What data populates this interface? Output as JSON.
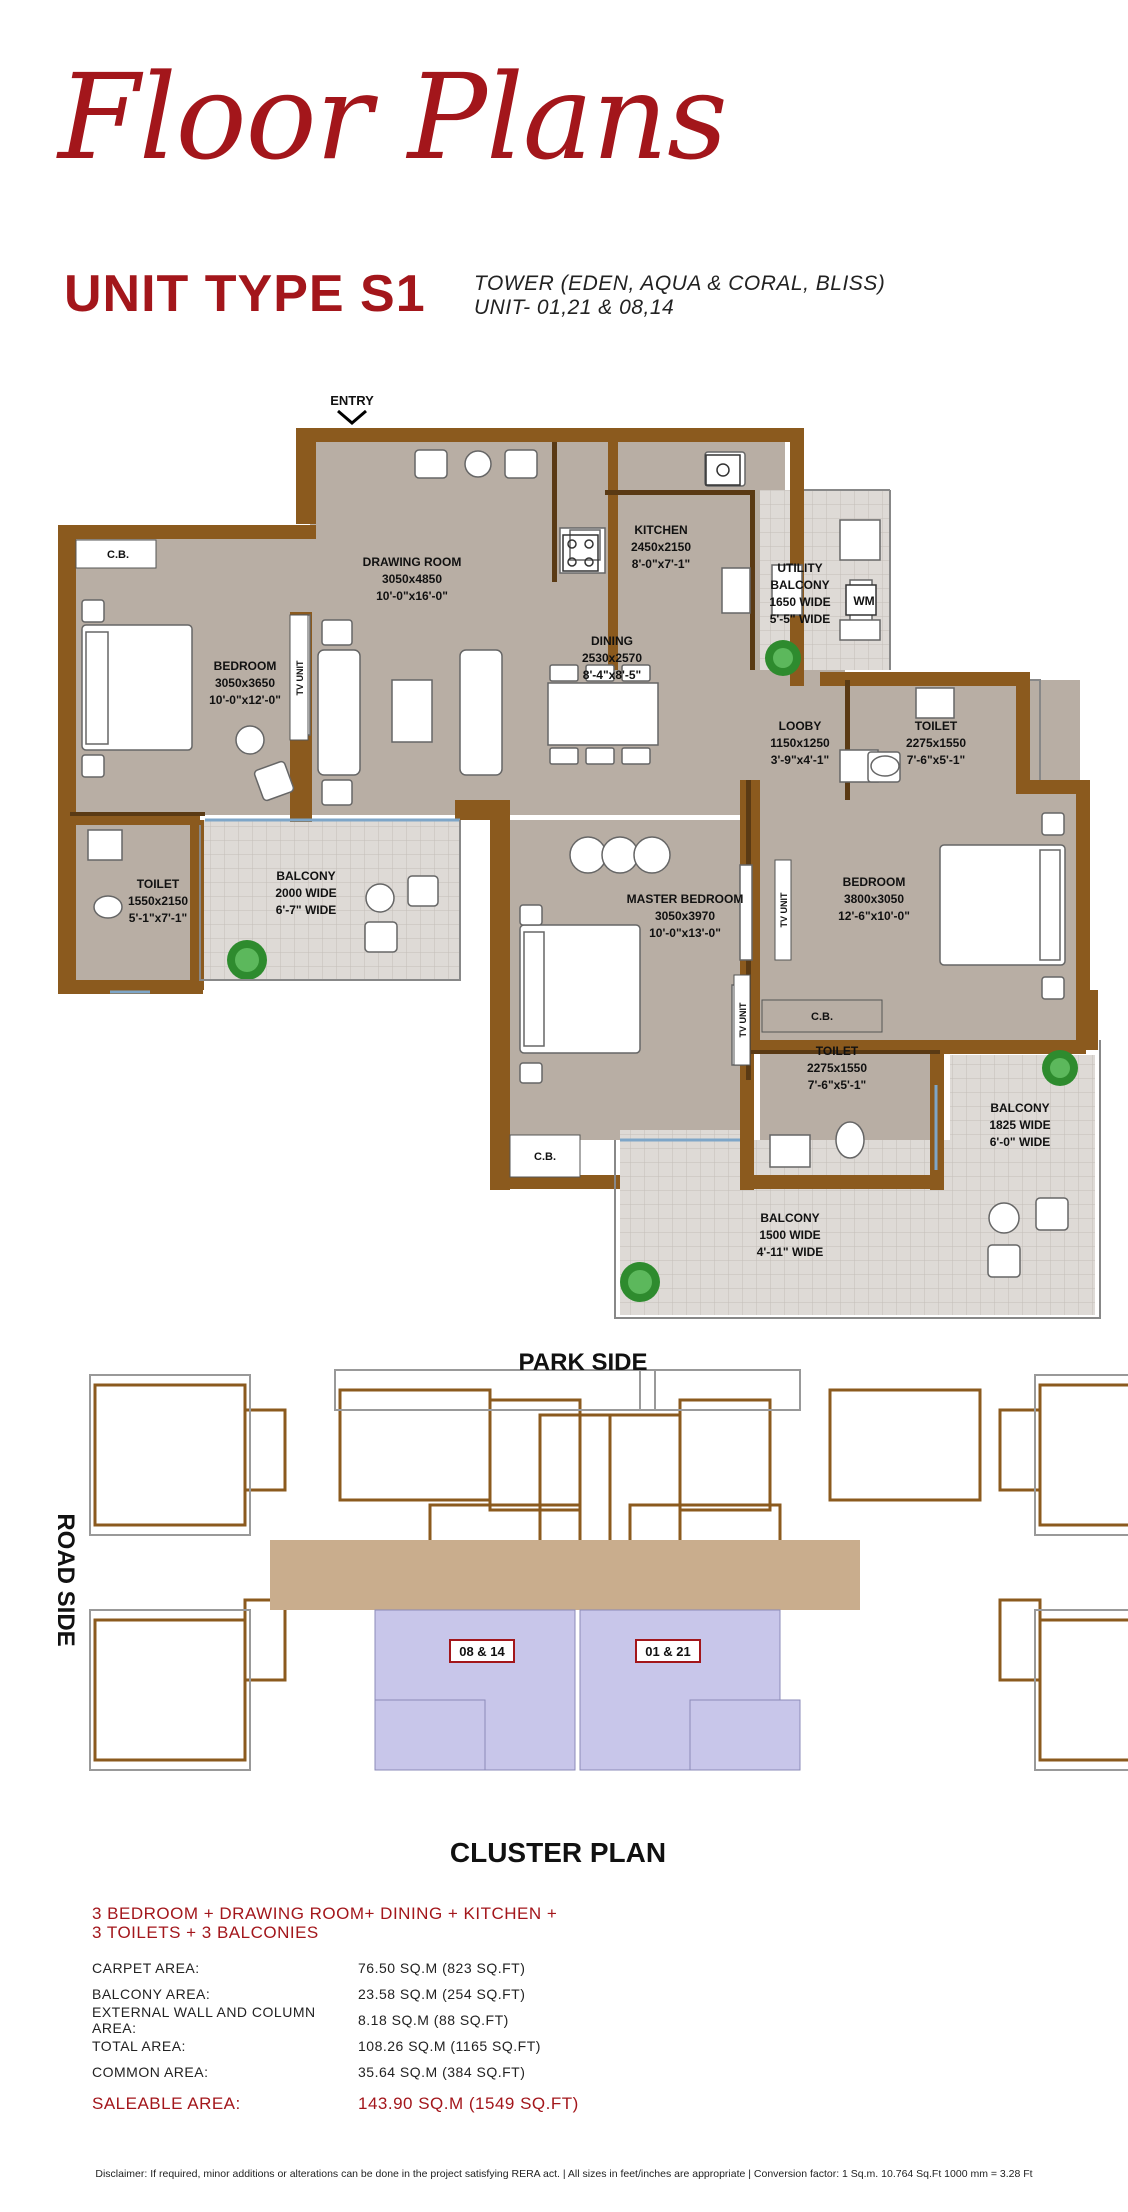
{
  "header": {
    "title": "Floor Plans",
    "unit_type": "UNIT TYPE S1",
    "tower_line": "TOWER (EDEN, AQUA & CORAL, BLISS)",
    "unit_line": "UNIT- 01,21 & 08,14"
  },
  "floor_plan": {
    "entry": "ENTRY",
    "rooms": {
      "drawing_room": {
        "name": "DRAWING ROOM",
        "size": "3050x4850",
        "dim": "10'-0\"x16'-0\""
      },
      "kitchen": {
        "name": "KITCHEN",
        "size": "2450x2150",
        "dim": "8'-0\"x7'-1\""
      },
      "utility": {
        "name": "UTILITY",
        "name2": "BALCONY",
        "size": "1650 WIDE",
        "dim": "5'-5\" WIDE",
        "wm": "WM"
      },
      "bedroom1": {
        "name": "BEDROOM",
        "size": "3050x3650",
        "dim": "10'-0\"x12'-0\""
      },
      "dining": {
        "name": "DINING",
        "size": "2530x2570",
        "dim": "8'-4\"x8'-5\""
      },
      "looby": {
        "name": "LOOBY",
        "size": "1150x1250",
        "dim": "3'-9\"x4'-1\""
      },
      "toilet_top": {
        "name": "TOILET",
        "size": "2275x1550",
        "dim": "7'-6\"x5'-1\""
      },
      "toilet_left": {
        "name": "TOILET",
        "size": "1550x2150",
        "dim": "5'-1\"x7'-1\""
      },
      "balcony_left": {
        "name": "BALCONY",
        "size": "2000 WIDE",
        "dim": "6'-7\" WIDE"
      },
      "master_bedroom": {
        "name": "MASTER BEDROOM",
        "size": "3050x3970",
        "dim": "10'-0\"x13'-0\""
      },
      "bedroom2": {
        "name": "BEDROOM",
        "size": "3800x3050",
        "dim": "12'-6\"x10'-0\""
      },
      "toilet_mid": {
        "name": "TOILET",
        "size": "2275x1550",
        "dim": "7'-6\"x5'-1\""
      },
      "balcony_right": {
        "name": "BALCONY",
        "size": "1825 WIDE",
        "dim": "6'-0\" WIDE"
      },
      "balcony_bottom": {
        "name": "BALCONY",
        "size": "1500 WIDE",
        "dim": "4'-11\" WIDE"
      }
    },
    "cb": "C.B.",
    "tv_unit": "TV UNIT"
  },
  "cluster_plan": {
    "park_side": "PARK SIDE",
    "road_side": "ROAD SIDE",
    "unit_left": "08 & 14",
    "unit_right": "01 & 21",
    "caption": "CLUSTER PLAN"
  },
  "summary": {
    "line1": "3 BEDROOM + DRAWING ROOM+ DINING + KITCHEN +",
    "line2": "3 TOILETS + 3 BALCONIES"
  },
  "areas": [
    {
      "label": "CARPET AREA:",
      "value": "76.50 SQ.M (823 SQ.FT)"
    },
    {
      "label": "BALCONY AREA:",
      "value": "23.58 SQ.M (254 SQ.FT)"
    },
    {
      "label": "EXTERNAL WALL AND COLUMN AREA:",
      "value": "8.18 SQ.M (88 SQ.FT)"
    },
    {
      "label": "TOTAL AREA:",
      "value": "108.26 SQ.M (1165 SQ.FT)"
    },
    {
      "label": "COMMON AREA:",
      "value": "35.64 SQ.M (384 SQ.FT)"
    }
  ],
  "saleable": {
    "label": "SALEABLE AREA:",
    "value": "143.90 SQ.M (1549 SQ.FT)"
  },
  "disclaimer": "Disclaimer: If required, minor additions or alterations can be done in the project satisfying RERA act.  |  All sizes in feet/inches are appropriate  |  Conversion factor: 1 Sq.m. 10.764 Sq.Ft 1000 mm = 3.28 Ft",
  "colors": {
    "brand_red": "#a3161b",
    "wall": "#8b5a1e",
    "floor": "#b8aea4",
    "tile": "#dcd8d4",
    "highlight": "#c8c6ea"
  }
}
